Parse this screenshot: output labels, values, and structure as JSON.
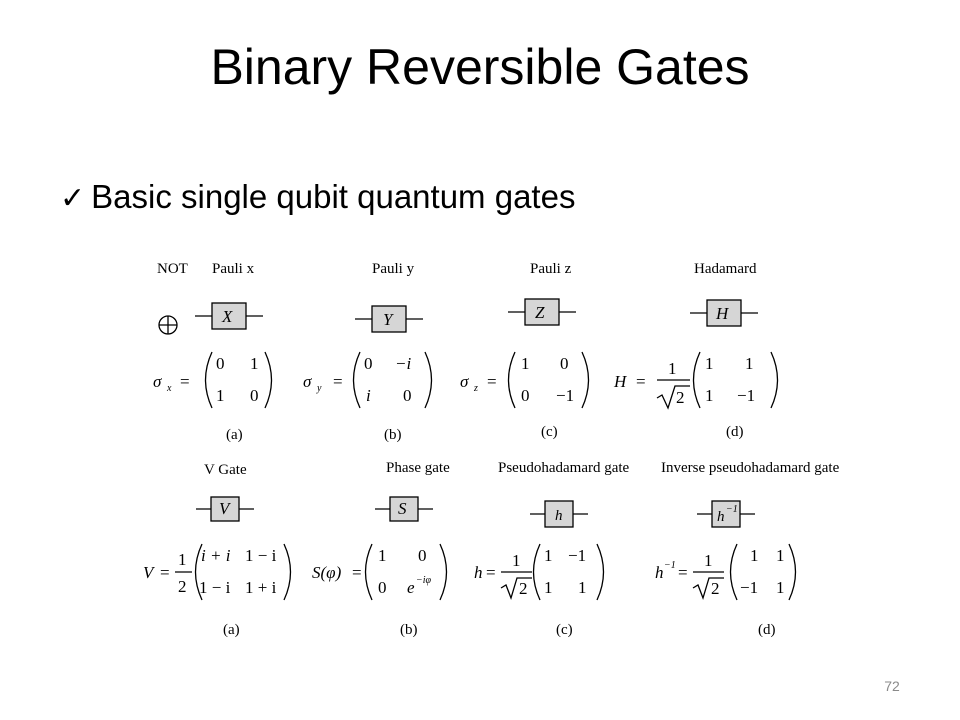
{
  "slide": {
    "title": "Binary Reversible Gates",
    "bullet": "Basic single qubit quantum gates",
    "check_icon": "check-icon",
    "page_number": "72"
  },
  "figure_top": {
    "headers": [
      "NOT",
      "Pauli x",
      "Pauli y",
      "Pauli z",
      "Hadamard"
    ],
    "gate_letters": [
      "X",
      "Y",
      "Z",
      "H"
    ],
    "sub_labels": [
      "(a)",
      "(b)",
      "(c)",
      "(d)"
    ],
    "matrices": [
      {
        "symbol": "σ",
        "subscript": "x",
        "entries": [
          "0",
          "1",
          "1",
          "0"
        ]
      },
      {
        "symbol": "σ",
        "subscript": "y",
        "entries": [
          "0",
          "−i",
          "i",
          "0"
        ]
      },
      {
        "symbol": "σ",
        "subscript": "z",
        "entries": [
          "1",
          "0",
          "0",
          "−1"
        ]
      },
      {
        "symbol": "H",
        "coef_num": "1",
        "coef_den": "2",
        "entries": [
          "1",
          "1",
          "1",
          "−1"
        ]
      }
    ]
  },
  "figure_bottom": {
    "headers": [
      "V Gate",
      "Phase gate",
      "Pseudohadamard  gate",
      "Inverse pseudohadamard gate"
    ],
    "gate_letters": [
      "V",
      "S",
      "h",
      "h",
      "−1"
    ],
    "sub_labels": [
      "(a)",
      "(b)",
      "(c)",
      "(d)"
    ],
    "matrices": [
      {
        "symbol": "V",
        "coef_num": "1",
        "coef_den": "2",
        "entries": [
          "i + i",
          "1 − i",
          "1 − i",
          "1 + i"
        ]
      },
      {
        "symbol": "S(φ)",
        "entries": [
          "1",
          "0",
          "0",
          "e",
          "−iφ"
        ]
      },
      {
        "symbol": "h",
        "coef_num": "1",
        "coef_den": "2",
        "entries": [
          "1",
          "−1",
          "1",
          "1"
        ]
      },
      {
        "symbol": "h",
        "sup": "−1",
        "coef_num": "1",
        "coef_den": "2",
        "entries": [
          "1",
          "1",
          "−1",
          "1"
        ]
      }
    ]
  }
}
